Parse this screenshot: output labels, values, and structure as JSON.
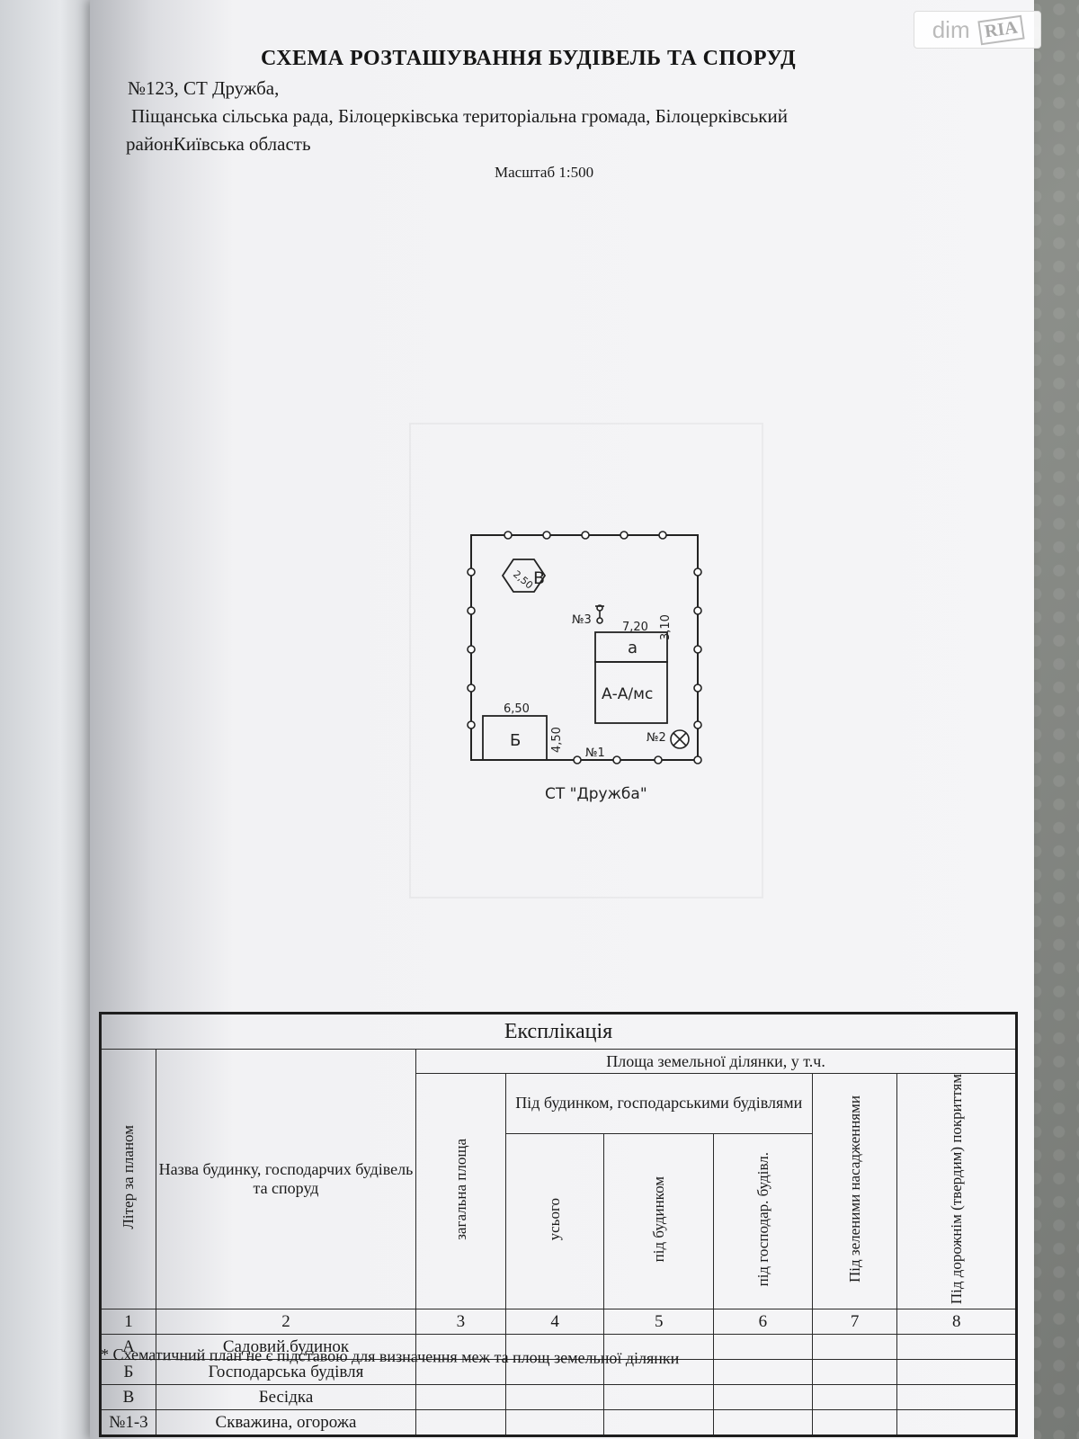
{
  "watermark": {
    "left": "dim",
    "right": "RIA"
  },
  "header": {
    "title": "СХЕМА РОЗТАШУВАННЯ БУДІВЕЛЬ ТА СПОРУД",
    "address_line1": "№123, СТ Дружба,",
    "address_line2": "Піщанська сільська рада, Білоцерківська територіальна громада, Білоцерківський",
    "address_line3": "районКиївська область",
    "scale": "Масштаб 1:500"
  },
  "plan": {
    "gazebo_dim": "2,50",
    "gazebo_letter": "В",
    "well_label": "№3",
    "house_width": "7,20",
    "house_depth": "3,10",
    "house_annex_label": "а",
    "house_label": "А-А/мс",
    "shed_width": "6,50",
    "shed_depth": "4,50",
    "shed_label": "Б",
    "gate_label": "№2",
    "fence_label": "№1",
    "street_label": "СТ \"Дружба\""
  },
  "explication": {
    "caption": "Експлікація",
    "col_letter": "Літер за планом",
    "col_name": "Назва будинку, господарчих будівель та споруд",
    "group_area": "Площа земельної ділянки, у т.ч.",
    "col_total": "загальна площа",
    "group_buildings": "Під будинком, господарськими будівлями",
    "col_all": "усього",
    "col_house": "під будинком",
    "col_outbuild": "під господар. будівл.",
    "col_green": "Під зеленими насадженнями",
    "col_road": "Під дорожнім (твердим) покриттям",
    "numbers": [
      "1",
      "2",
      "3",
      "4",
      "5",
      "6",
      "7",
      "8"
    ],
    "rows": [
      {
        "letter": "А",
        "name": "Садовий будинок"
      },
      {
        "letter": "Б",
        "name": "Господарська будівля"
      },
      {
        "letter": "В",
        "name": "Бесідка"
      },
      {
        "letter": "№1-3",
        "name": "Скважина, огорожа"
      }
    ]
  },
  "footnote": "* Схематичний план не є підставою для визначення меж та площ земельної ділянки"
}
